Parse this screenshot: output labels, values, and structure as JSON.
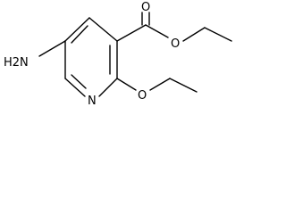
{
  "molecule": {
    "atoms": {
      "amine": "H2N",
      "ring_nitrogen": "N",
      "carbonyl_oxygen": "O",
      "ester_oxygen": "O",
      "ether_oxygen": "O"
    }
  },
  "colors": {
    "bond": "#000000",
    "label": "#000000",
    "background": "#ffffff"
  }
}
